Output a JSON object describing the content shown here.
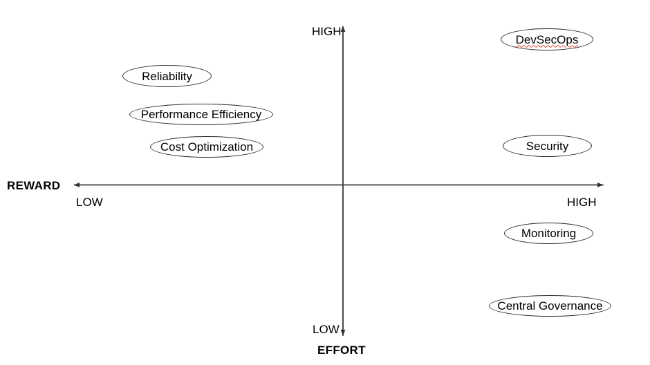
{
  "diagram": {
    "type": "effort-reward-quadrant-matrix",
    "axes": {
      "horizontal": {
        "name": "REWARD",
        "low_label": "LOW",
        "high_label": "HIGH",
        "direction": "bidirectional",
        "low_side": "left",
        "high_side": "right"
      },
      "vertical": {
        "name": "EFFORT",
        "low_label": "LOW",
        "high_label": "HIGH",
        "direction": "bidirectional",
        "high_side": "top",
        "low_side": "bottom"
      }
    },
    "colors": {
      "axis": "#3a3a3a",
      "node_stroke": "#2b2b2b",
      "text": "#000000",
      "spellcheck_underline": "#e8413a",
      "background": "#ffffff"
    },
    "nodes": [
      {
        "id": "devsecops",
        "label": "DevSecOps",
        "misspelled": true,
        "effort": "high",
        "reward": "high"
      },
      {
        "id": "reliability",
        "label": "Reliability",
        "misspelled": false,
        "effort": "high",
        "reward": "low"
      },
      {
        "id": "performance-efficiency",
        "label": "Performance Efficiency",
        "misspelled": false,
        "effort": "high",
        "reward": "low"
      },
      {
        "id": "cost-optimization",
        "label": "Cost Optimization",
        "misspelled": false,
        "effort": "high",
        "reward": "low"
      },
      {
        "id": "security",
        "label": "Security",
        "misspelled": false,
        "effort": "high",
        "reward": "high"
      },
      {
        "id": "monitoring",
        "label": "Monitoring",
        "misspelled": false,
        "effort": "low",
        "reward": "high"
      },
      {
        "id": "central-governance",
        "label": "Central Governance",
        "misspelled": false,
        "effort": "low",
        "reward": "high"
      }
    ]
  }
}
